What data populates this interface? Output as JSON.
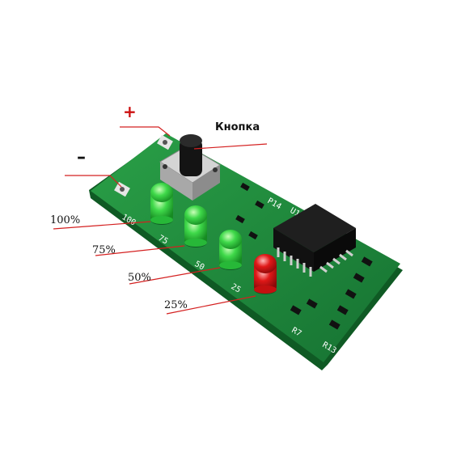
{
  "callouts": {
    "plus": "+",
    "minus": "–",
    "button": "Кнопка",
    "led_100": "100%",
    "led_75": "75%",
    "led_50": "50%",
    "led_25": "25%"
  },
  "colors": {
    "pcb": "#1f8a3a",
    "pcb_dark": "#0f5a24",
    "silkscreen": "#ffffff",
    "led_green": "#3fd94a",
    "led_red": "#e01818",
    "leader_line": "#d42020",
    "chip": "#1a1a1a",
    "button_cap": "#141414",
    "button_base": "#bfbfbf"
  },
  "icons": {
    "board": "battery-indicator-pcb-photo",
    "leds": "led-icon",
    "button": "tactile-switch-icon",
    "chip": "ic-chip-icon"
  }
}
